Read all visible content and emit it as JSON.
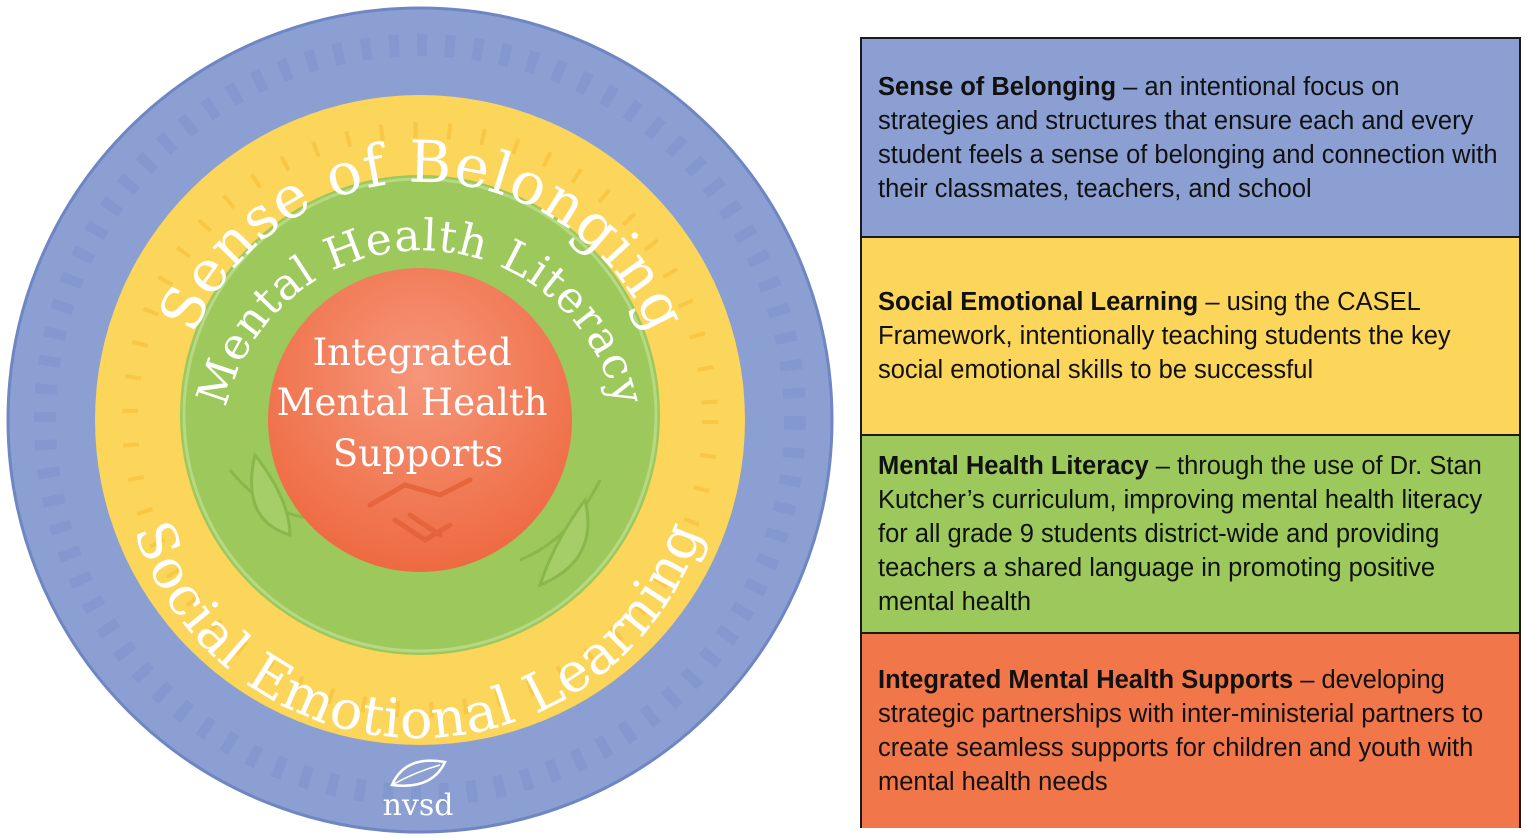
{
  "diagram": {
    "outer_ring_label": "Sense of Belonging",
    "yellow_ring_label": "Social Emotional Learning",
    "green_ring_label": "Mental Health Literacy",
    "center_lines": [
      "Integrated",
      "Mental Health",
      "Supports"
    ],
    "logo_text": "nvsd",
    "colors": {
      "blue": "#8b9fd2",
      "yellow": "#fcd55b",
      "green": "#9cc85c",
      "orange": "#f1764a"
    }
  },
  "legend": {
    "rows": [
      {
        "term": "Sense of Belonging",
        "description": " – an intentional focus on strategies and structures that ensure each and every student feels a sense of belonging and connection with their classmates, teachers, and school"
      },
      {
        "term": "Social Emotional Learning",
        "description": " – using the CASEL Framework, intentionally teaching students the key social emotional skills to be successful"
      },
      {
        "term": "Mental Health Literacy",
        "description": " – through the use of Dr. Stan Kutcher’s  curriculum, improving mental health literacy for all grade 9 students district-wide and providing teachers a shared language in promoting positive mental health"
      },
      {
        "term": "Integrated Mental Health Supports",
        "description": " – developing strategic partnerships with inter-ministerial partners to create seamless supports for children and youth with mental health needs"
      }
    ]
  }
}
